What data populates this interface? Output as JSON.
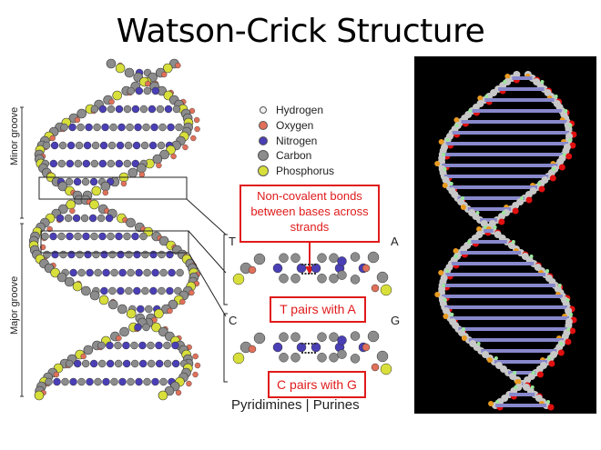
{
  "title": "Watson-Crick Structure",
  "grooves": {
    "minor": "Minor groove",
    "major": "Major groove"
  },
  "legend": [
    {
      "label": "Hydrogen",
      "color": "#f2f2f2"
    },
    {
      "label": "Oxygen",
      "color": "#e0705a"
    },
    {
      "label": "Nitrogen",
      "color": "#4a3fb5"
    },
    {
      "label": "Carbon",
      "color": "#8c8c8c"
    },
    {
      "label": "Phosphorus",
      "color": "#d8df3a"
    }
  ],
  "callout": "Non-covalent bonds between bases across strands",
  "pairs": [
    {
      "left": "T",
      "right": "A",
      "label": "T pairs with A"
    },
    {
      "left": "C",
      "right": "G",
      "label": "C pairs with G"
    }
  ],
  "footer": "Pyridimines | Purines",
  "accent": "#e01b1b"
}
